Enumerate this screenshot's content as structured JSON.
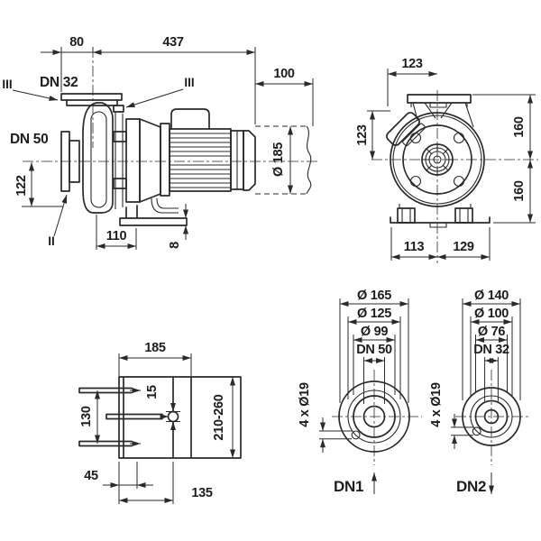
{
  "side": {
    "dn32": "DN 32",
    "dn50": "DN 50",
    "iii": "III",
    "ii": "II",
    "d80": "80",
    "d437": "437",
    "d100": "100",
    "d185": "Ø 185",
    "d122": "122",
    "d110": "110",
    "d8": "8"
  },
  "front": {
    "d123_top": "123",
    "d123_left": "123",
    "d160_top": "160",
    "d160_bot": "160",
    "d113": "113",
    "d129": "129"
  },
  "bracket": {
    "d185": "185",
    "d15": "15",
    "d130": "130",
    "d45": "45",
    "d135": "135",
    "range": "210-260"
  },
  "flange1": {
    "outer": "Ø 165",
    "bolts": "Ø 125",
    "face": "Ø 99",
    "dn": "DN 50",
    "holes": "4 x Ø19",
    "port": "DN1"
  },
  "flange2": {
    "outer": "Ø 140",
    "bolts": "Ø 100",
    "face": "Ø 76",
    "dn": "DN 32",
    "holes": "4 x Ø19",
    "port": "DN2"
  }
}
